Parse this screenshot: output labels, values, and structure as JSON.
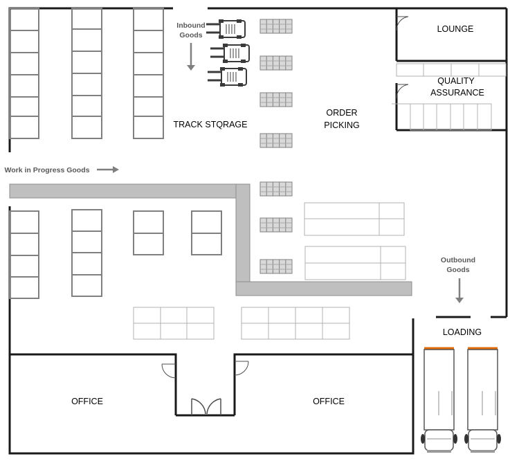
{
  "labels": {
    "inbound_goods_1": "Inbound",
    "inbound_goods_2": "Goods",
    "track_storage": "TRACK STQRAGE",
    "order_picking_1": "ORDER",
    "order_picking_2": "PICKING",
    "lounge": "LOUNGE",
    "quality_1": "QUALITY",
    "quality_2": "ASSURANCE",
    "wip_goods": "Work in Progress Goods",
    "outbound_goods_1": "Outbound",
    "outbound_goods_2": "Goods",
    "loading": "LOADING",
    "office_left": "OFFICE",
    "office_right": "OFFICE"
  },
  "colors": {
    "wall": "#1a1a1a",
    "rack": "#7f7f7f",
    "conveyor": "#bfbfbf",
    "table": "#b0b0b0",
    "arrow": "#7f7f7f"
  },
  "icons": [
    "forklift-icon",
    "pallet-icon",
    "truck-icon",
    "door-icon",
    "arrow-icon"
  ]
}
